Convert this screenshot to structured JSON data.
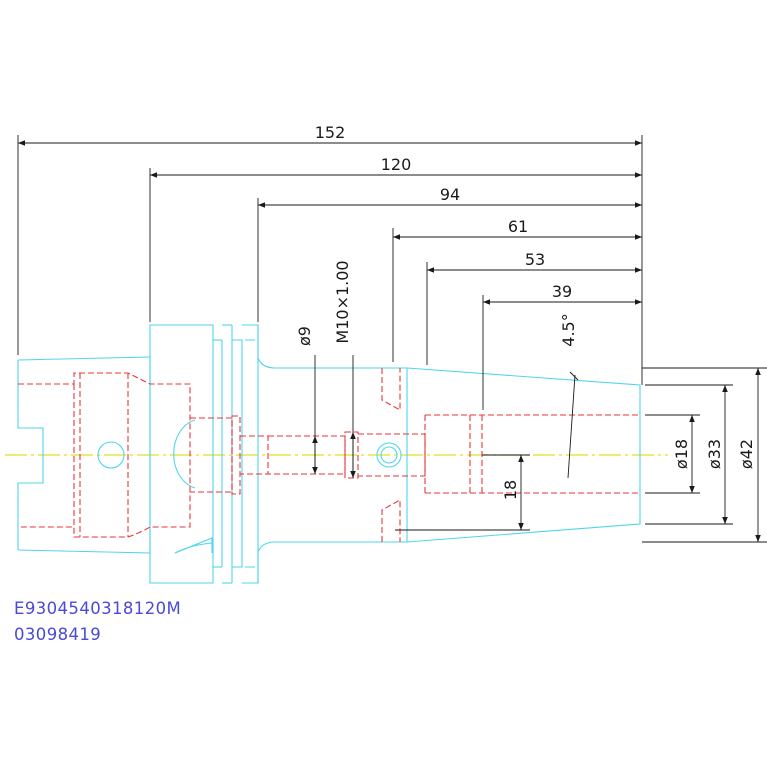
{
  "colors": {
    "outline": "#4fd6ea",
    "hidden": "#e8363a",
    "centerline": "#e0e020",
    "dimension": "#1a1a1a",
    "code_text": "#4a4ad8"
  },
  "dimensions": {
    "len_152": "152",
    "len_120": "120",
    "len_94": "94",
    "len_61": "61",
    "len_53": "53",
    "len_39": "39",
    "dia_9": "ø9",
    "thread": "M10×1.00",
    "angle": "4.5°",
    "len_18": "18",
    "dia_18": "ø18",
    "dia_33": "ø33",
    "dia_42": "ø42"
  },
  "part_code": {
    "line1": "E9304540318120M",
    "line2": "03098419"
  }
}
